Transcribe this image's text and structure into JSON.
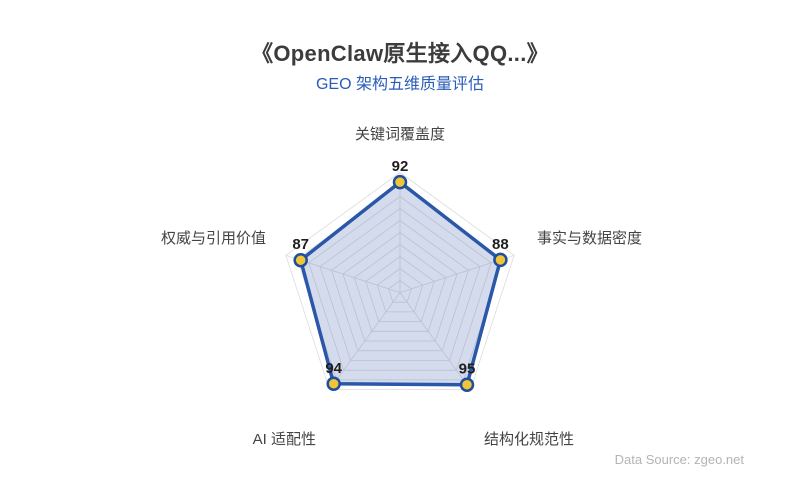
{
  "header": {
    "title": "《OpenClaw原生接入QQ...》",
    "subtitle": "GEO 架构五维质量评估"
  },
  "footer": {
    "source": "Data Source: zgeo.net"
  },
  "chart_data": {
    "type": "radar",
    "title": "《OpenClaw原生接入QQ...》",
    "subtitle": "GEO 架构五维质量评估",
    "indicators": [
      {
        "name": "关键词覆盖度",
        "max": 100
      },
      {
        "name": "事实与数据密度",
        "max": 100
      },
      {
        "name": "结构化规范性",
        "max": 100
      },
      {
        "name": "AI 适配性",
        "max": 100
      },
      {
        "name": "权威与引用价值",
        "max": 100
      }
    ],
    "values": [
      92,
      88,
      95,
      94,
      87
    ],
    "rings": 10,
    "axis_range": [
      0,
      100
    ],
    "grid": true,
    "legend": "none",
    "colors": {
      "line": "#2a57a8",
      "fill": "rgba(84,110,178,0.25)",
      "point_fill": "#f2c437",
      "point_stroke": "#1d4f9e",
      "grid": "#dcdcdc",
      "axis_label": "#444444",
      "value_label": "#1f1f1f",
      "title": "#3c3c3c",
      "subtitle": "#2a5db8",
      "source": "#b4b4b4"
    },
    "source": "Data Source: zgeo.net"
  }
}
